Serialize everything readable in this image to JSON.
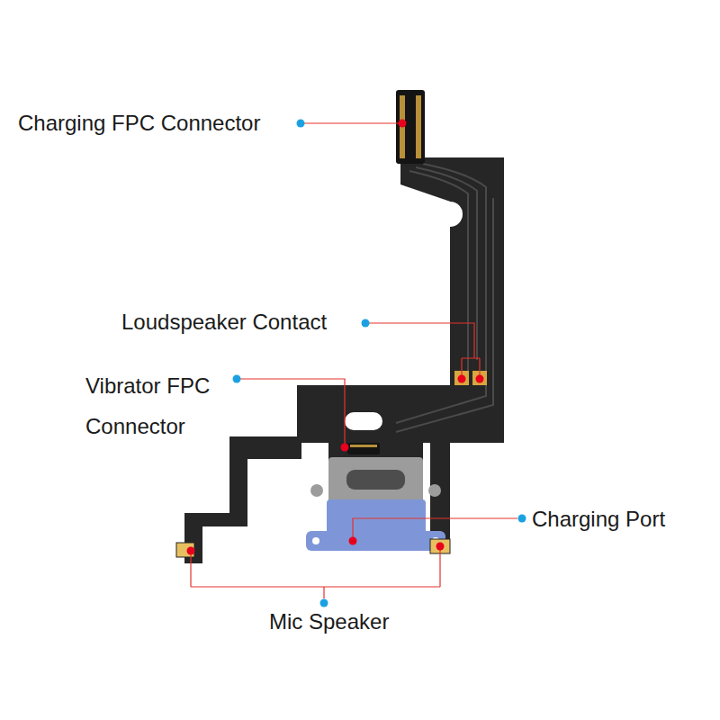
{
  "diagram": {
    "labels": [
      "Charging FPC Connector",
      "Loudspeaker Contact",
      "Vibrator FPC Connector",
      "Charging Port",
      "Mic Speaker"
    ]
  }
}
